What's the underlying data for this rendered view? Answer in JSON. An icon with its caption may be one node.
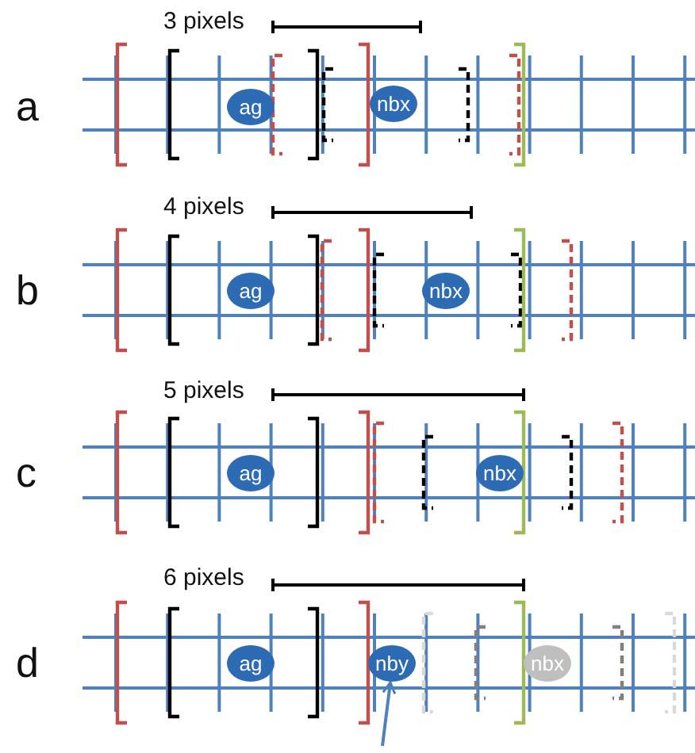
{
  "diagram": {
    "nodes": [
      {
        "text": [
          "ag"
        ]
      },
      {
        "text": [
          "nbx"
        ]
      },
      {
        "text": [
          "ag"
        ]
      },
      {
        "text": [
          "nbx"
        ]
      },
      {
        "text": [
          "ag"
        ]
      },
      {
        "text": [
          "nbx"
        ]
      },
      {
        "text": [
          "ag"
        ]
      },
      {
        "text": [
          "nby"
        ]
      },
      {
        "text": [
          "nbx"
        ]
      }
    ],
    "edges": [
      {
        "from": null,
        "to": 7,
        "arrow": "to"
      }
    ],
    "labels": [
      "3 pixels",
      "a",
      "4 pixels",
      "b",
      "5 pixels",
      "c",
      "6 pixels",
      "d"
    ]
  }
}
